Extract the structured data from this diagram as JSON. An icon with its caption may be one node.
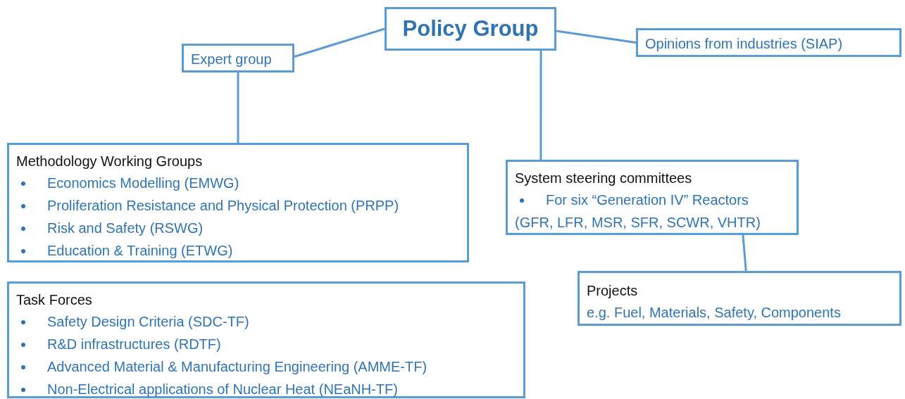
{
  "diagram": {
    "nodes": [
      {
        "text": [
          "Policy Group"
        ]
      },
      {
        "text": [
          "Expert group"
        ]
      },
      {
        "text": [
          "Opinions from industries (SIAP)"
        ]
      },
      {
        "text": [
          "Methodology Working Groups",
          "Economics Modelling (EMWG)",
          "Proliferation Resistance and Physical Protection (PRPP)",
          "Risk and Safety (RSWG)",
          "Education & Training (ETWG)"
        ]
      },
      {
        "text": [
          "System steering committees",
          "For six “Generation IV” Reactors (GFR, LFR, MSR, SFR, SCWR, VHTR)"
        ]
      },
      {
        "text": [
          "Task Forces",
          "Safety Design Criteria (SDC-TF)",
          "R&D infrastructures (RDTF)",
          "Advanced Material & Manufacturing Engineering (AMME-TF)",
          "Non-Electrical applications of Nuclear Heat (NEaNH-TF)"
        ]
      },
      {
        "text": [
          "Projects",
          "e.g. Fuel, Materials, Safety, Components"
        ]
      }
    ],
    "edges": [
      {
        "from": 0,
        "to": 1,
        "arrow": "none"
      },
      {
        "from": 0,
        "to": 2,
        "arrow": "none"
      },
      {
        "from": 1,
        "to": 3,
        "arrow": "none"
      },
      {
        "from": 0,
        "to": 4,
        "arrow": "none"
      },
      {
        "from": 4,
        "to": 6,
        "arrow": "none"
      }
    ]
  }
}
